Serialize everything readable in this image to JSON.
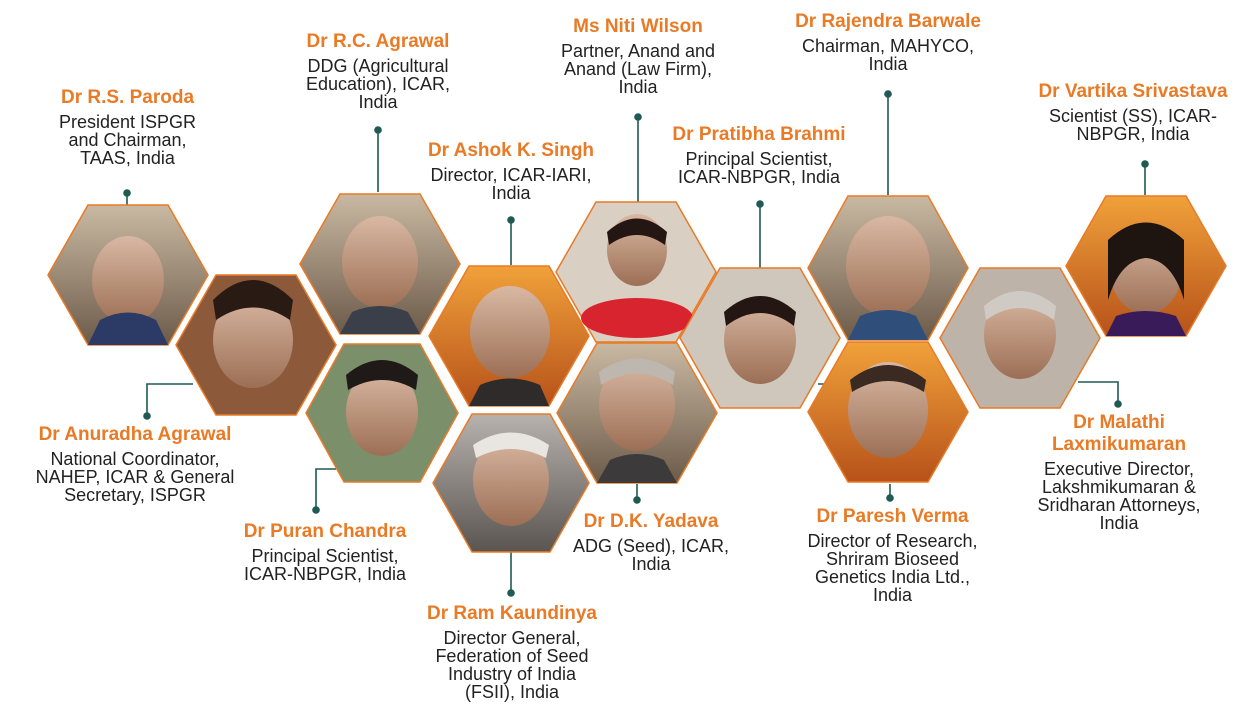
{
  "colors": {
    "accent": "#e97a26",
    "connector": "#1f5a54",
    "hex_border": "#e97a26",
    "text": "#222222",
    "background": "#ffffff"
  },
  "people": [
    {
      "id": "paroda",
      "name": "Dr R.S. Paroda",
      "role": "President ISPGR\nand Chairman,\nTAAS, India"
    },
    {
      "id": "agrawal-rc",
      "name": "Dr R.C. Agrawal",
      "role": "DDG (Agricultural\nEducation), ICAR,\nIndia"
    },
    {
      "id": "wilson",
      "name": "Ms Niti Wilson",
      "role": "Partner, Anand and\nAnand (Law Firm),\nIndia"
    },
    {
      "id": "barwale",
      "name": "Dr Rajendra Barwale",
      "role": "Chairman, MAHYCO,\nIndia"
    },
    {
      "id": "srivastava",
      "name": "Dr Vartika Srivastava",
      "role": "Scientist (SS), ICAR-\nNBPGR, India"
    },
    {
      "id": "singh",
      "name": "Dr Ashok K. Singh",
      "role": "Director, ICAR-IARI,\nIndia"
    },
    {
      "id": "brahmi",
      "name": "Dr Pratibha Brahmi",
      "role": "Principal Scientist,\nICAR-NBPGR, India"
    },
    {
      "id": "agrawal-a",
      "name": "Dr Anuradha Agrawal",
      "role": "National Coordinator,\nNAHEP, ICAR & General\nSecretary, ISPGR"
    },
    {
      "id": "chandra",
      "name": "Dr Puran Chandra",
      "role": "Principal Scientist,\nICAR-NBPGR, India"
    },
    {
      "id": "kaundinya",
      "name": "Dr Ram Kaundinya",
      "role": "Director General,\nFederation of Seed\nIndustry of India\n(FSII), India"
    },
    {
      "id": "yadava",
      "name": "Dr D.K. Yadava",
      "role": "ADG (Seed), ICAR,\nIndia"
    },
    {
      "id": "verma",
      "name": "Dr Paresh Verma",
      "role": "Director of Research,\nShriram Bioseed\nGenetics India Ltd.,\nIndia"
    },
    {
      "id": "laxmikumaran",
      "name": "Dr Malathi\nLaxmikumaran",
      "role": "Executive Director,\nLakshmikumaran &\nSridharan Attorneys,\nIndia"
    }
  ]
}
